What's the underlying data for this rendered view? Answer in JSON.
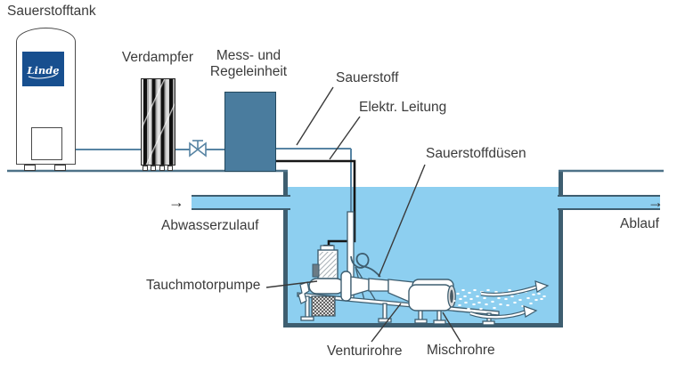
{
  "labels": {
    "oxygen_tank": "Sauerstofftank",
    "evaporator": "Verdampfer",
    "control_unit_line1": "Mess- und",
    "control_unit_line2": "Regeleinheit",
    "oxygen": "Sauerstoff",
    "electric_line": "Elektr. Leitung",
    "oxygen_nozzles": "Sauerstoffdüsen",
    "wastewater_inlet": "Abwasserzulauf",
    "outlet": "Ablauf",
    "submersible_pump": "Tauchmotorpumpe",
    "venturi_tubes": "Venturirohre",
    "mixing_tubes": "Mischrohre"
  },
  "logo": {
    "brand": "Linde"
  },
  "arrows": {
    "inlet": "→",
    "outlet": "→"
  },
  "colors": {
    "water": "#8DCFF0",
    "wall": "#3E5E70",
    "steel": "#4A7C9E",
    "pipe": "#5784A3",
    "linde": "#174F8F",
    "txt": "#3B3B3B",
    "wire": "#161616",
    "ground": "#4E7288"
  }
}
